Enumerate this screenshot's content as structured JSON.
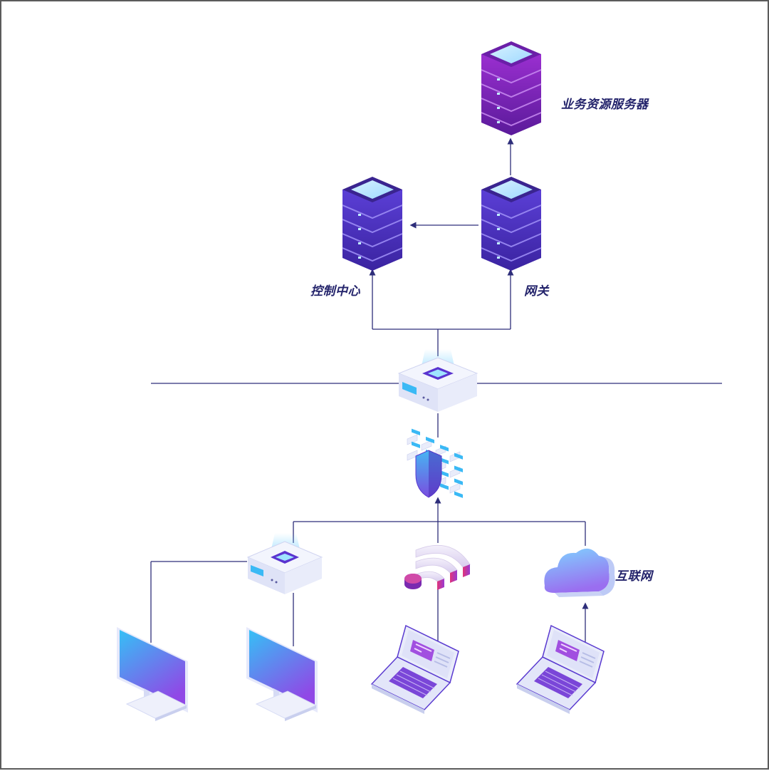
{
  "labels": {
    "business_server": "业务资源服务器",
    "control_center": "控制中心",
    "gateway": "网关",
    "internet": "互联网"
  },
  "colors": {
    "line": "#2e2e7a",
    "server_purple": "#7a1fb8",
    "server_blue": "#4a30b8",
    "screen_top": "#3ab9f5",
    "screen_bottom": "#8a48e8",
    "device_body": "#eef0fb",
    "label_text": "#23236b"
  },
  "icons": [
    "business-server-icon",
    "control-center-server-icon",
    "gateway-server-icon",
    "core-switch-icon",
    "firewall-icon",
    "access-switch-icon",
    "wifi-icon",
    "cloud-icon",
    "monitor-icon",
    "laptop-icon"
  ]
}
